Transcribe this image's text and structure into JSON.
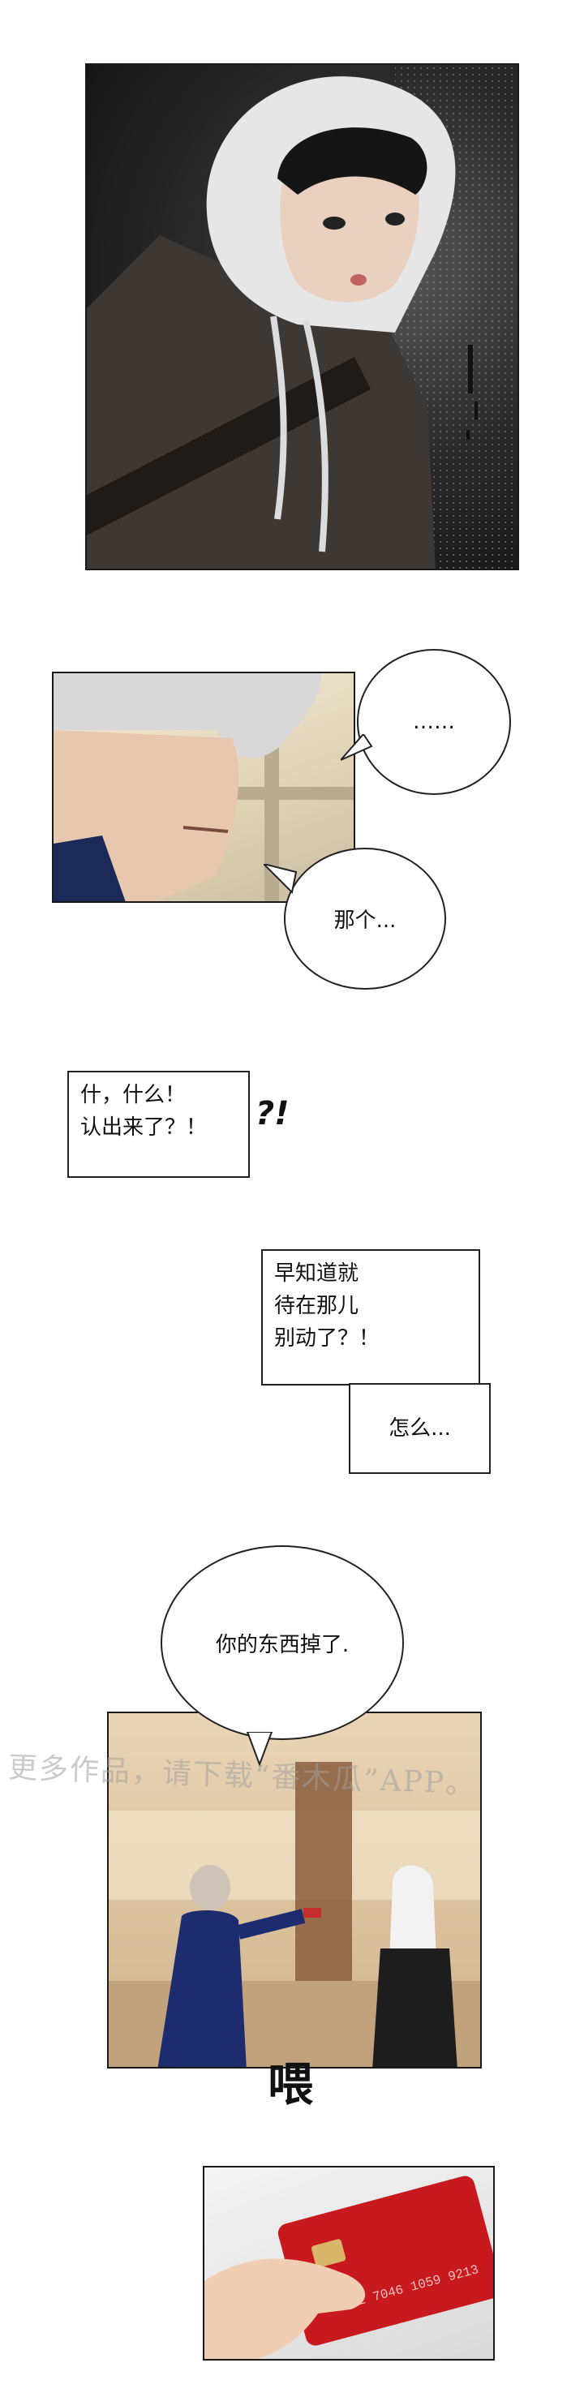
{
  "panels": {
    "p3_bubble_1": "……",
    "p3_bubble_2": "那个...",
    "box_shock": [
      "什，什么！",
      "认出来了？！"
    ],
    "sfx_shock": "?!",
    "box_regret": [
      "早知道就",
      "待在那儿",
      "别动了？！"
    ],
    "box_what": "怎么...",
    "bubble_dropped": "你的东西掉了.",
    "watermark": "更多作品，请下载“番木瓜”APP。",
    "sfx_hey": "喂",
    "card_text": "5162 7046 1059 9213"
  }
}
